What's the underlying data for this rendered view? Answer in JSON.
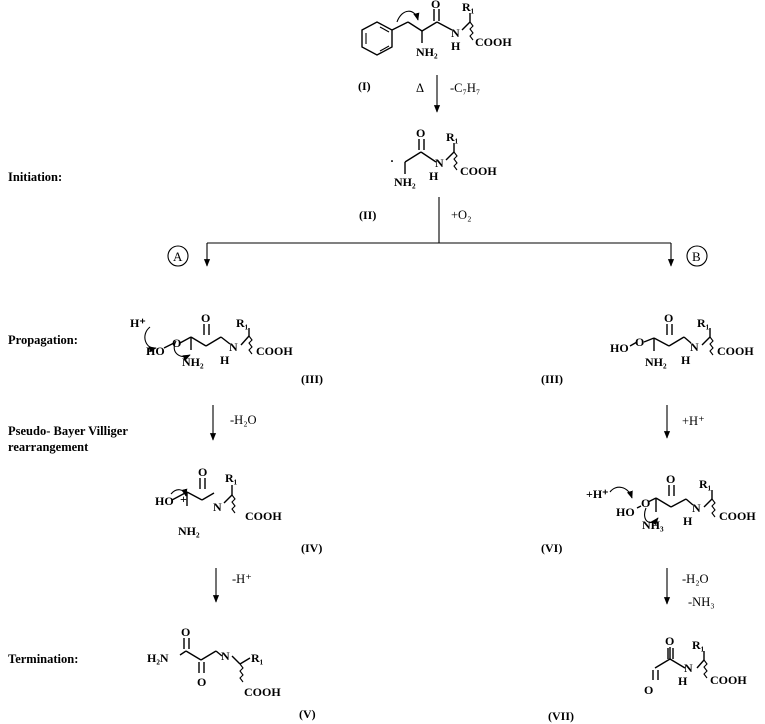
{
  "steps": {
    "initiation": "Initiation:",
    "propagation": "Propagation:",
    "pseudo_line1": "Pseudo- Bayer Villiger",
    "pseudo_line2": "rearrangement",
    "termination": "Termination:"
  },
  "compound_labels": {
    "I": "(I)",
    "II": "(II)",
    "III_left": "(III)",
    "III_right": "(III)",
    "IV": "(IV)",
    "V": "(V)",
    "VI": "(VI)",
    "VII": "(VII)"
  },
  "conditions": {
    "heat": "Δ",
    "loss_c7h7": "-C₇H₇",
    "add_o2": "+O₂",
    "loss_h2o": "-H₂O",
    "loss_h": "-H⁺",
    "add_h": "+H⁺",
    "loss_h2o_b": "-H₂O",
    "loss_nh3": "-NH₃"
  },
  "pathways": {
    "a": "A",
    "b": "B"
  },
  "atoms": {
    "R1": "R₁",
    "COOH": "COOH",
    "N": "N",
    "H": "H",
    "O": "O",
    "NH2": "NH₂",
    "NH3": "NH₃",
    "HO": "HO",
    "H2N": "H₂N",
    "Hplus": "H⁺",
    "plusHplus": "+H⁺",
    "plus": "+",
    "radical_dot": "·"
  }
}
